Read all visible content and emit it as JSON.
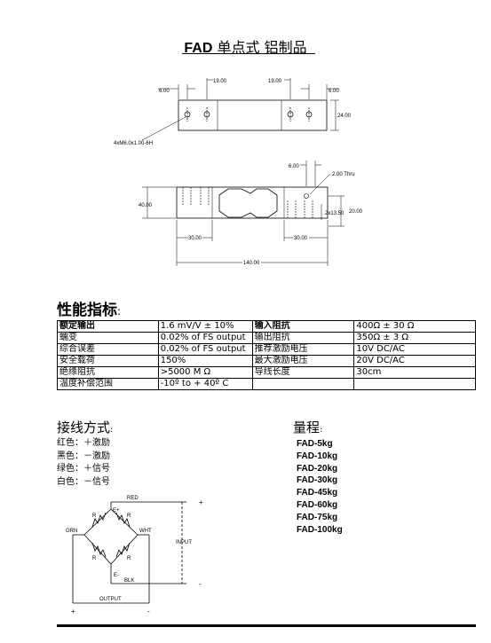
{
  "title": {
    "bold": "FAD",
    "rest": " 单点式  铝制品"
  },
  "drawing": {
    "dims": {
      "top_left_6": "6.00",
      "top_left_19": "19.00",
      "top_right_19": "19.00",
      "top_right_6": "6.00",
      "height_24": "24.00",
      "thread": "4xM6.0x1.00-6H",
      "side_6": "6.00",
      "thru": "2.00 Thru",
      "height_40": "40.00",
      "h_2x13": "2x13.50",
      "h_20": "20.00",
      "left_30": "30.00",
      "right_30": "30.00",
      "length_140": "140.00"
    }
  },
  "spec": {
    "title": "性能指标",
    "title_suffix": ":",
    "rows": [
      [
        "额定输出",
        "1.6 mV/V ± 10%",
        "输入阻抗",
        "400Ω ±  30 Ω"
      ],
      [
        "蠕变",
        "0.02% of FS output",
        "输出阻抗",
        "350Ω ± 3 Ω"
      ],
      [
        "综合误差",
        "0.02% of FS output",
        "推荐激励电压",
        "10V DC/AC"
      ],
      [
        "安全载荷",
        "150%",
        "最大激励电压",
        "20V DC/AC"
      ],
      [
        "绝缘阻抗",
        ">5000 M Ω",
        "导线长度",
        "30cm"
      ],
      [
        "温度补偿范围",
        "-10º to + 40º C",
        "",
        ""
      ]
    ]
  },
  "wiring": {
    "title": "接线方式",
    "title_suffix": ":",
    "items": [
      "红色：＋激励",
      "黑色：－激励",
      "绿色：＋信号",
      "白色：－信号"
    ]
  },
  "circuit": {
    "red": "RED",
    "blk": "BLK",
    "grn": "GRN",
    "wht": "WHT",
    "e_plus": "E+",
    "e_minus": "E-",
    "r": "R",
    "input": "INPUT",
    "output": "OUTPUT",
    "plus": "+",
    "minus": "-"
  },
  "range": {
    "title": "量程",
    "title_suffix": ":",
    "items": [
      "FAD-5kg",
      "FAD-10kg",
      "FAD-20kg",
      "FAD-30kg",
      "FAD-45kg",
      "FAD-60kg",
      "FAD-75kg",
      "FAD-100kg"
    ]
  }
}
